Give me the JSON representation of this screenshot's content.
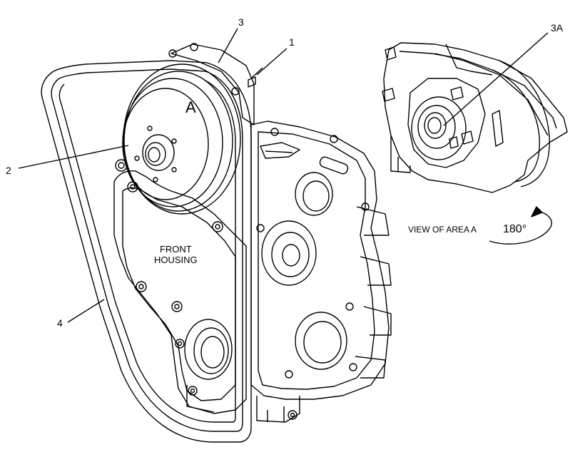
{
  "callouts": {
    "c1": "1",
    "c2": "2",
    "c3": "3",
    "c3a": "3A",
    "c4": "4"
  },
  "area_label": "A",
  "housing_label": {
    "line1": "FRONT",
    "line2": "HOUSING"
  },
  "view_label": "VIEW OF AREA A",
  "rotation_label": "180°"
}
